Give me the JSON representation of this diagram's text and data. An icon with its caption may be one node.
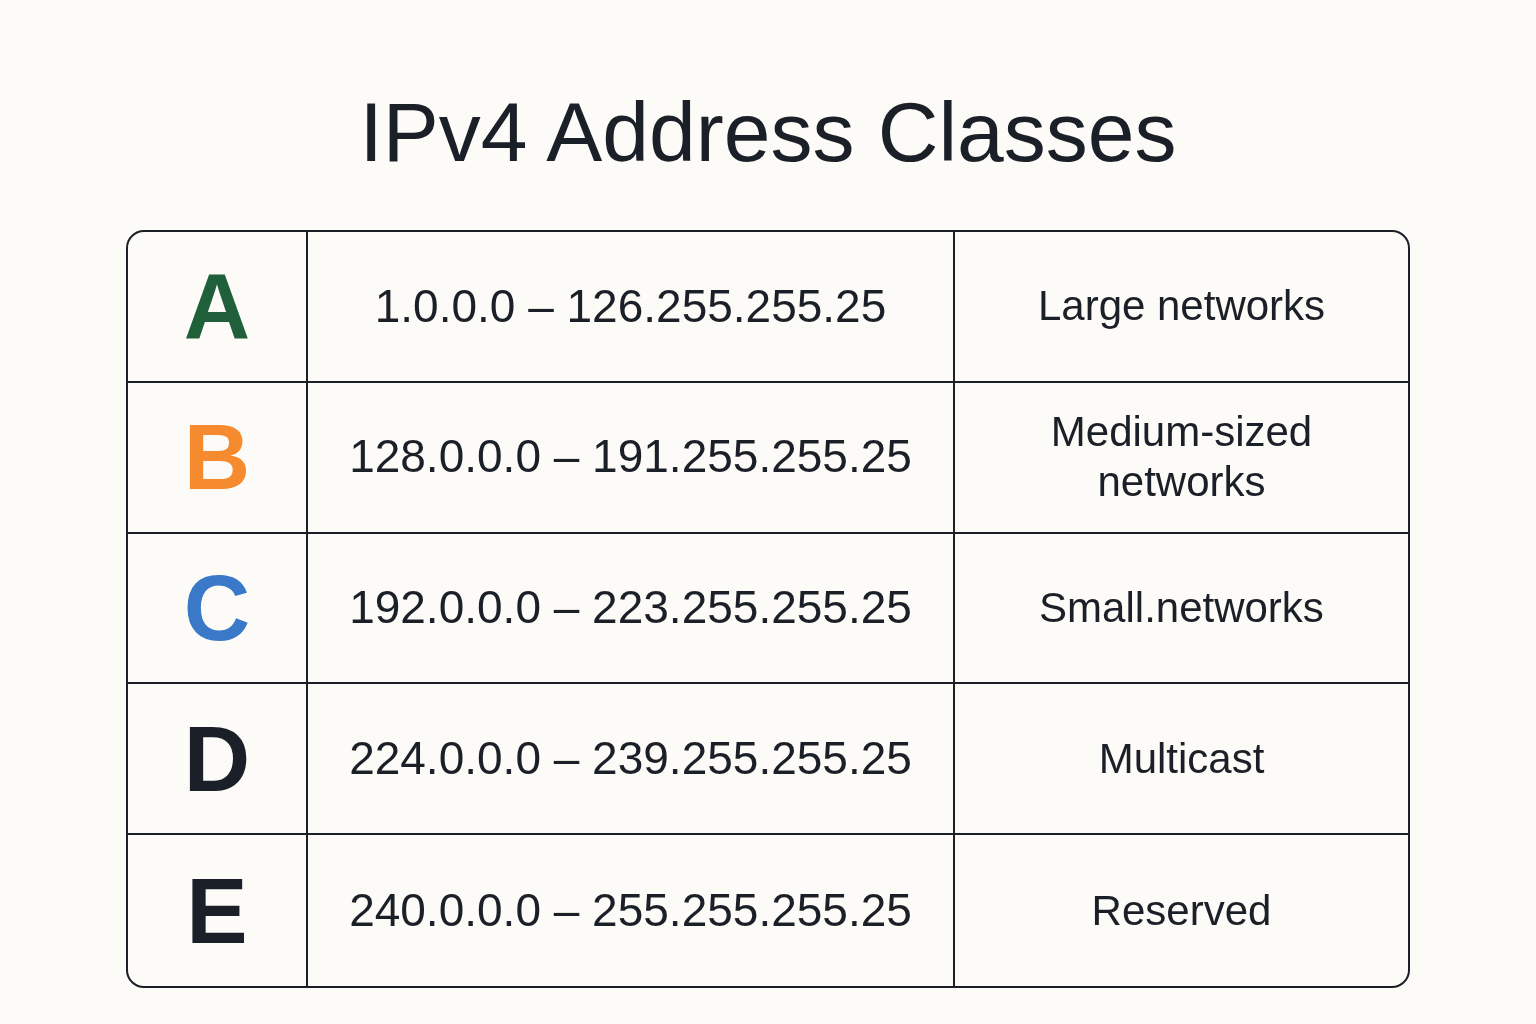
{
  "diagram": {
    "title": "IPv4 Address Classes",
    "labels": [
      "A",
      "1.0.0.0 – 126.255.255.25",
      "Large networks",
      "B",
      "128.0.0.0 – 191.255.255.25",
      "Medium-sized networks",
      "C",
      "192.0.0.0 – 223.255.255.25",
      "Small.networks",
      "D",
      "224.0.0.0 – 239.255.255.25",
      "Multicast",
      "E",
      "240.0.0.0 – 255.255.255.25",
      "Reserved"
    ]
  }
}
